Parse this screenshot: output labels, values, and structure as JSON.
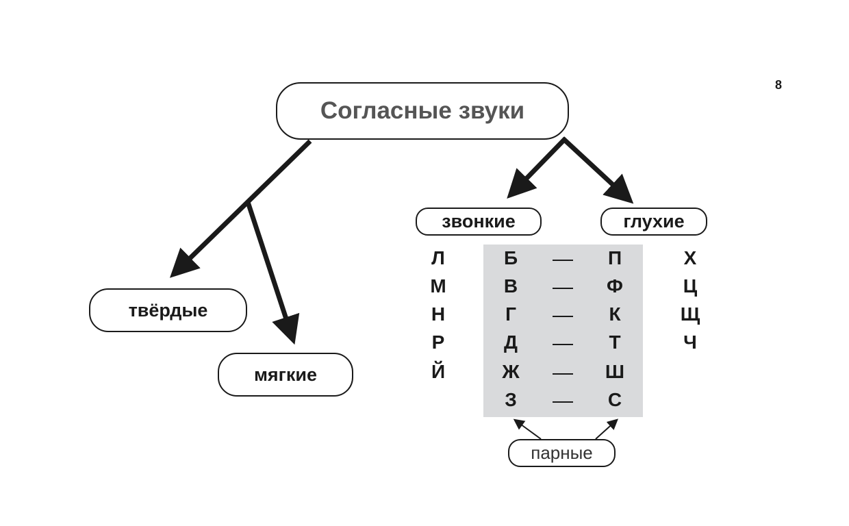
{
  "page_number": "8",
  "title": "Согласные звуки",
  "hard_label": "твёрдые",
  "soft_label": "мягкие",
  "voiced_label": "звонкие",
  "voiceless_label": "глухие",
  "paired_label": "парные",
  "unpaired_voiced": [
    "Л",
    "М",
    "Н",
    "Р",
    "Й"
  ],
  "paired_voiced": [
    "Б",
    "В",
    "Г",
    "Д",
    "Ж",
    "З"
  ],
  "paired_voiceless": [
    "П",
    "Ф",
    "К",
    "Т",
    "Ш",
    "С"
  ],
  "unpaired_voiceless": [
    "Х",
    "Ц",
    "Щ",
    "Ч"
  ],
  "colors": {
    "pair_background": "#d9dadc",
    "title_text": "#555555",
    "ink": "#1a1a1a"
  }
}
